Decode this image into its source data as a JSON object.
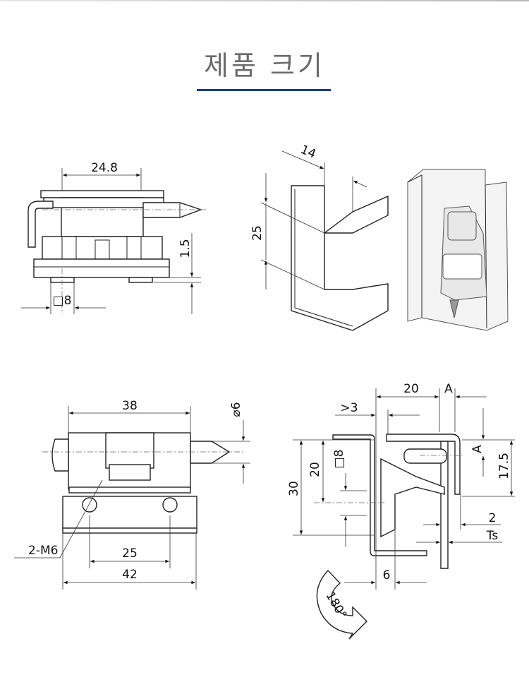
{
  "header": {
    "title": "제품 크기"
  },
  "front_view": {
    "dim_width": "24.8",
    "dim_height": "1.5",
    "dim_square": "□8"
  },
  "profile_view": {
    "dim_depth": "14",
    "dim_height": "25"
  },
  "bottom_view": {
    "dim_width": "38",
    "dim_pin_dia": "⌀6",
    "dim_hole_label": "2-M6",
    "dim_hole_spacing": "25",
    "dim_base_width": "42"
  },
  "side_view": {
    "dim_20_top": "20",
    "dim_a_top": "A",
    "dim_gap": ">3",
    "dim_square": "□8",
    "dim_20_vert": "20",
    "dim_30": "30",
    "dim_a_vert": "A",
    "dim_17_5": "17.5",
    "dim_2": "2",
    "dim_ts": "Ts",
    "dim_6": "6",
    "rotation_label": "180°"
  }
}
